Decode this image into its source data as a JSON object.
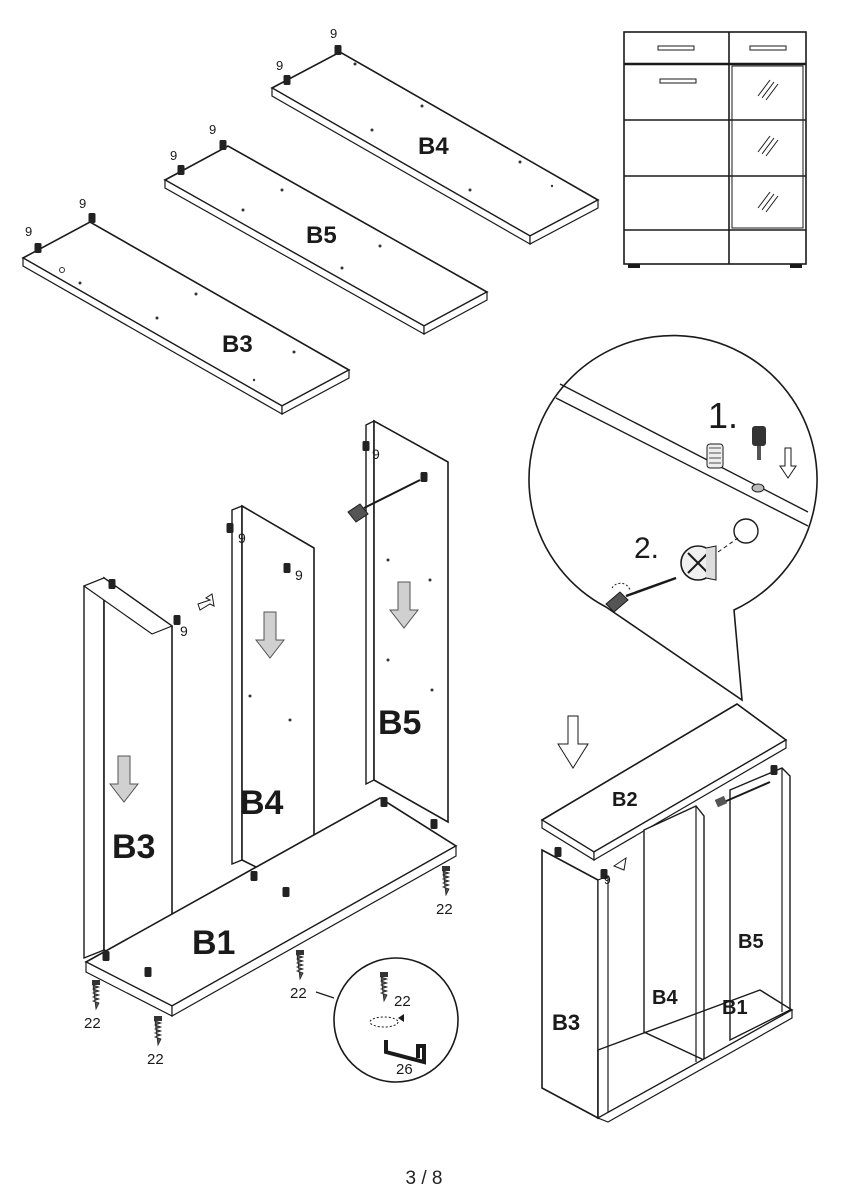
{
  "panels": {
    "b4_top": "B4",
    "b5_top": "B5",
    "b3_top": "B3",
    "b3_side": "B3",
    "b4_side": "B4",
    "b5_side": "B5",
    "b1_base": "B1",
    "b2_assembled": "B2",
    "b3_assembled": "B3",
    "b4_assembled": "B4",
    "b5_assembled": "B5",
    "b1_assembled": "B1"
  },
  "hardware": {
    "dowel": "9",
    "foot": "22",
    "key": "26"
  },
  "steps": {
    "step1": "1.",
    "step2": "2."
  },
  "footer": {
    "page": "3 / 8"
  },
  "colors": {
    "line": "#1a1a1a",
    "panel_fill": "#ffffff",
    "arrow_fill": "#d0d0d0"
  }
}
